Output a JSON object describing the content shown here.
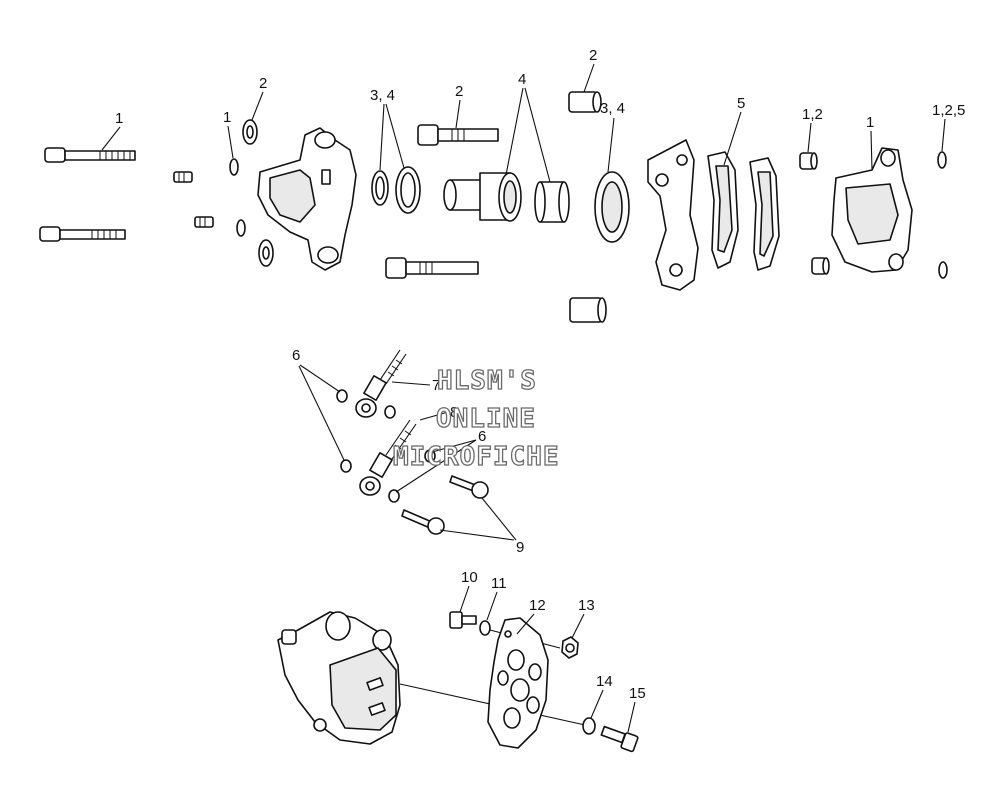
{
  "watermark": {
    "lines": [
      "HLSM'S",
      "ONLINE",
      "MICROFICHE"
    ]
  },
  "callouts": [
    "1",
    "1",
    "2",
    "3, 4",
    "2",
    "4",
    "2",
    "3, 4",
    "5",
    "1,2",
    "1",
    "1,2,5",
    "6",
    "7",
    "8",
    "6",
    "9",
    "10",
    "11",
    "12",
    "13",
    "14",
    "15"
  ],
  "colors": {
    "line": "#111111",
    "background": "#ffffff",
    "watermark_outline": "#6a6a6a"
  }
}
